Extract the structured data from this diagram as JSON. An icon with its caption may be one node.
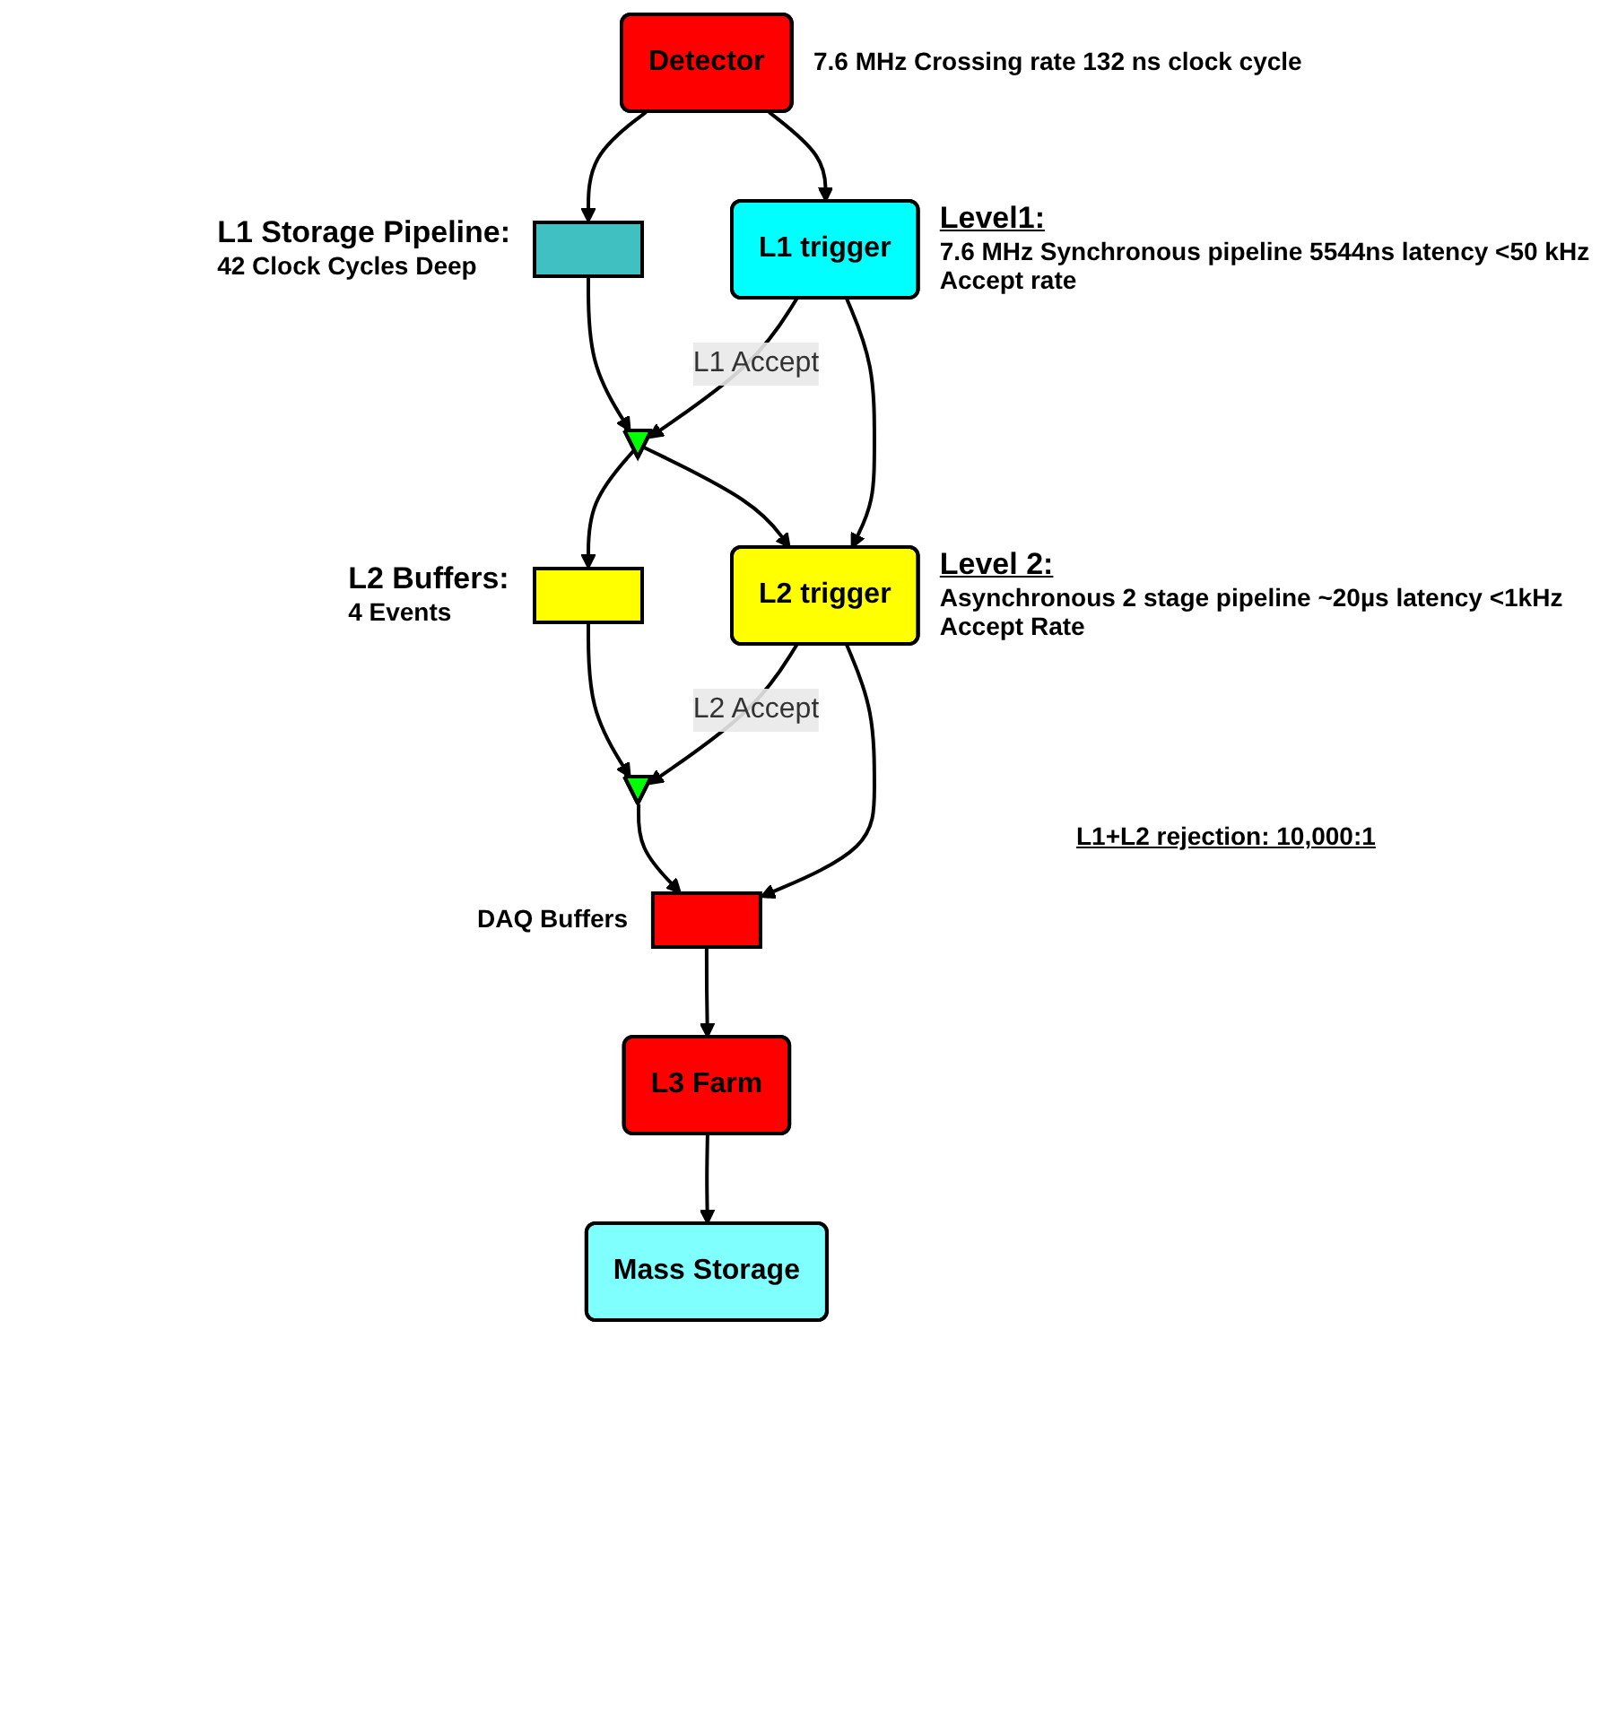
{
  "diagram": {
    "nodes": [
      {
        "text": [
          "Detector"
        ],
        "beside": [
          "7.6 MHz Crossing rate 132 ns clock cycle"
        ]
      },
      {
        "text": [],
        "shape": "bar",
        "beside": [
          "L1 Storage Pipeline:",
          "42 Clock Cycles Deep"
        ]
      },
      {
        "text": [
          "L1 trigger"
        ],
        "beside": [
          "Level1:",
          "7.6 MHz Synchronous pipeline 5544ns latency <50 kHz Accept rate"
        ]
      },
      {
        "text": [],
        "shape": "triangle"
      },
      {
        "text": [
          "L2 trigger"
        ],
        "beside": [
          "Level 2:",
          "Asynchronous 2 stage pipeline ~20µs latency <1kHz Accept Rate"
        ]
      },
      {
        "text": [],
        "shape": "box",
        "beside": [
          "L2 Buffers:",
          "4 Events"
        ]
      },
      {
        "text": [],
        "shape": "triangle"
      },
      {
        "text": [],
        "shape": "box",
        "beside": [
          "DAQ Buffers"
        ]
      },
      {
        "text": [
          "L3 Farm"
        ]
      },
      {
        "text": [
          "Mass Storage"
        ]
      }
    ],
    "edges": [
      {
        "from": 0,
        "to": 1,
        "arrow": "to"
      },
      {
        "from": 0,
        "to": 2,
        "arrow": "to"
      },
      {
        "from": 1,
        "to": 3,
        "arrow": "to"
      },
      {
        "from": 2,
        "to": 3,
        "arrow": "to",
        "label": "L1 Accept"
      },
      {
        "from": 2,
        "to": 4,
        "arrow": "to"
      },
      {
        "from": 3,
        "to": 5,
        "arrow": "to"
      },
      {
        "from": 3,
        "to": 4,
        "arrow": "to"
      },
      {
        "from": 5,
        "to": 6,
        "arrow": "to"
      },
      {
        "from": 4,
        "to": 6,
        "arrow": "to",
        "label": "L2 Accept"
      },
      {
        "from": 4,
        "to": 7,
        "arrow": "to"
      },
      {
        "from": 6,
        "to": 7,
        "arrow": "to"
      },
      {
        "from": 7,
        "to": 8,
        "arrow": "to"
      },
      {
        "from": 8,
        "to": 9,
        "arrow": "to"
      }
    ],
    "labels": [
      "L1+L2 rejection:  10,000:1"
    ]
  }
}
